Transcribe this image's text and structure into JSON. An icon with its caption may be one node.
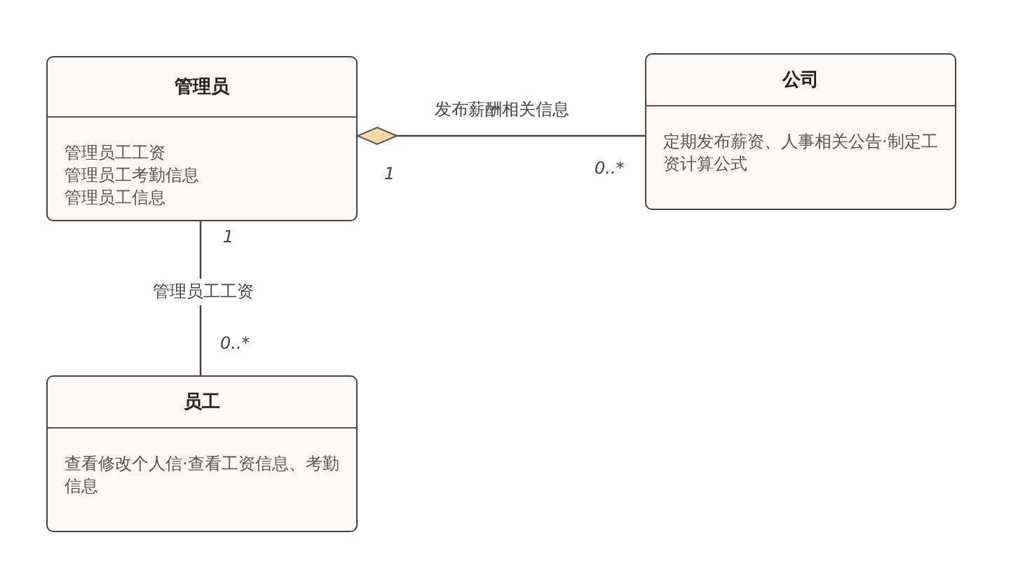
{
  "diagram": {
    "nodes": [
      {
        "text": [
          "管理员",
          "管理员工工资",
          "管理员工考勤信息",
          "管理员工信息"
        ]
      },
      {
        "text": [
          "公司",
          "定期发布薪资、人事相关公告·制定工资计算公式"
        ]
      },
      {
        "text": [
          "员工",
          "查看修改个人信·查看工资信息、考勤信息"
        ]
      }
    ],
    "edges": [
      {
        "from": 0,
        "to": 1,
        "arrow": "other",
        "label": "发布薪酬相关信息"
      },
      {
        "from": 0,
        "to": 2,
        "arrow": "none",
        "label": "管理员工工资"
      }
    ],
    "labels": [
      "1",
      "0..*",
      "1",
      "0..*"
    ]
  }
}
